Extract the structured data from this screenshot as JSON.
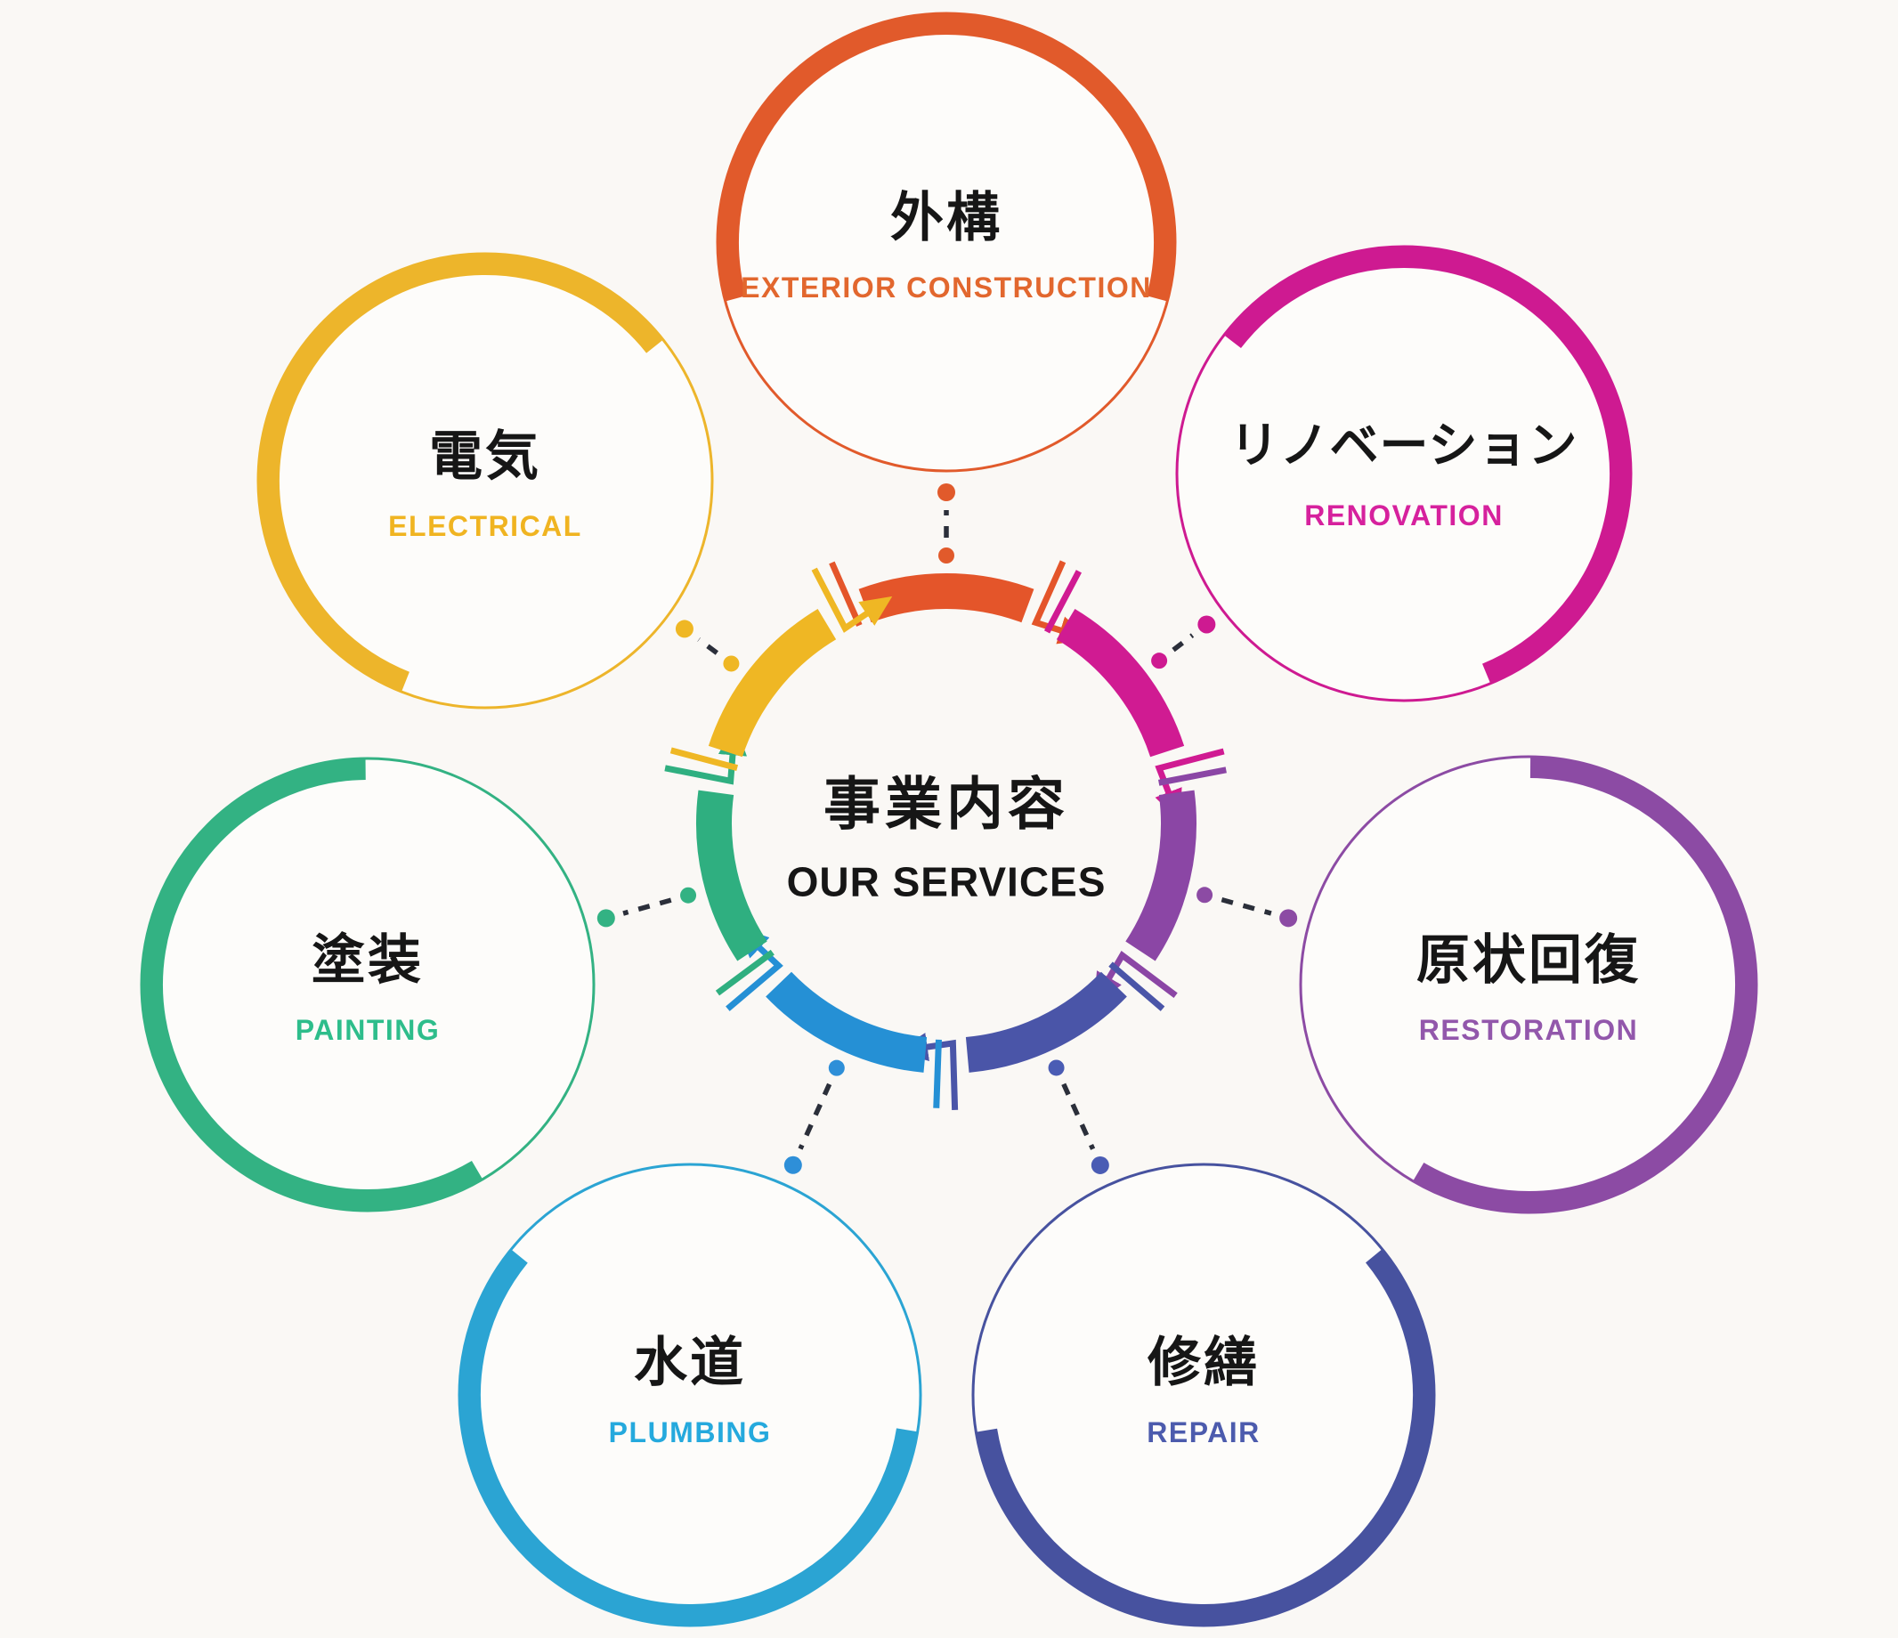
{
  "background": "#FAF8F5",
  "circle_fill": "#FDFCFA",
  "hub": {
    "jp": "事業内容",
    "en": "OUR SERVICES",
    "text_color": "#161616"
  },
  "connector": {
    "dash_color": "#2B2F3A"
  },
  "services": [
    {
      "id": "exterior",
      "jp": "外構",
      "en": "EXTERIOR CONSTRUCTION",
      "ring_color": "#E15A2B",
      "text_color": "#E2672E",
      "hub_color": "#E4552A",
      "dot_color": "#E15A2B"
    },
    {
      "id": "renovation",
      "jp": "リノベーション",
      "en": "RENOVATION",
      "ring_color": "#CE1A91",
      "text_color": "#D6219D",
      "hub_color": "#D01B92",
      "dot_color": "#CE1A91"
    },
    {
      "id": "restoration",
      "jp": "原状回復",
      "en": "RESTORATION",
      "ring_color": "#8C4BA4",
      "text_color": "#9257AB",
      "hub_color": "#8B46A5",
      "dot_color": "#8C4BA4"
    },
    {
      "id": "repair",
      "jp": "修繕",
      "en": "REPAIR",
      "ring_color": "#47529F",
      "text_color": "#4C5BAD",
      "hub_color": "#4A55A8",
      "dot_color": "#4A5CB4"
    },
    {
      "id": "plumbing",
      "jp": "水道",
      "en": "PLUMBING",
      "ring_color": "#2BA4D3",
      "text_color": "#25A9DD",
      "hub_color": "#2590D5",
      "dot_color": "#2E8FD8"
    },
    {
      "id": "painting",
      "jp": "塗装",
      "en": "PAINTING",
      "ring_color": "#33B283",
      "text_color": "#2EBD8B",
      "hub_color": "#2FAF80",
      "dot_color": "#33B283"
    },
    {
      "id": "electrical",
      "jp": "電気",
      "en": "ELECTRICAL",
      "ring_color": "#EDB52B",
      "text_color": "#F0B421",
      "hub_color": "#EFB724",
      "dot_color": "#EFB724"
    }
  ]
}
